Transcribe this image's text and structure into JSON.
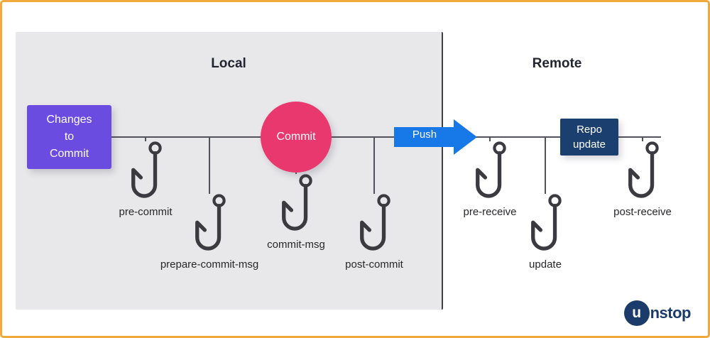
{
  "diagram": {
    "local": {
      "title": "Local",
      "nodes": {
        "changes": {
          "label": "Changes\nto\nCommit",
          "color": "#6A4DE0"
        },
        "commit": {
          "label": "Commit",
          "color": "#E8386D"
        }
      },
      "hooks": [
        {
          "label": "pre-commit",
          "icon": "git-hook-icon"
        },
        {
          "label": "prepare-commit-msg",
          "icon": "git-hook-icon"
        },
        {
          "label": "commit-msg",
          "icon": "git-hook-icon"
        },
        {
          "label": "post-commit",
          "icon": "git-hook-icon"
        }
      ]
    },
    "remote": {
      "title": "Remote",
      "nodes": {
        "repo_update": {
          "label": "Repo\nupdate",
          "color": "#1B3F6E"
        }
      },
      "hooks": [
        {
          "label": "pre-receive",
          "icon": "git-hook-icon"
        },
        {
          "label": "update",
          "icon": "git-hook-icon"
        },
        {
          "label": "post-receive",
          "icon": "git-hook-icon"
        }
      ]
    },
    "flow": {
      "push": {
        "label": "Push",
        "color": "#1778E8"
      }
    },
    "colors": {
      "border": "#F2A93C",
      "panel": "#E8E7EA",
      "line": "#52525B",
      "hook_stroke": "#3A3A40",
      "label_text": "#27272A"
    },
    "logo": {
      "initial": "u",
      "rest": "nstop",
      "color": "#1B3B6B"
    }
  }
}
